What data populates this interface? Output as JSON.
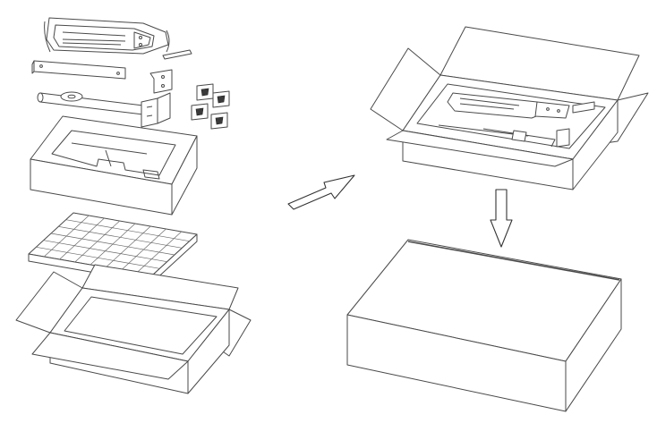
{
  "figure": {
    "kind": "packing-instructions",
    "stages": [
      "unpacked-components",
      "packed-open-box",
      "sealed-box"
    ],
    "line_color": "#4a4a4a",
    "background": "#ffffff"
  },
  "arrows": [
    {
      "id": "pack-arrow",
      "direction": "up-right"
    },
    {
      "id": "close-arrow",
      "direction": "down"
    }
  ]
}
